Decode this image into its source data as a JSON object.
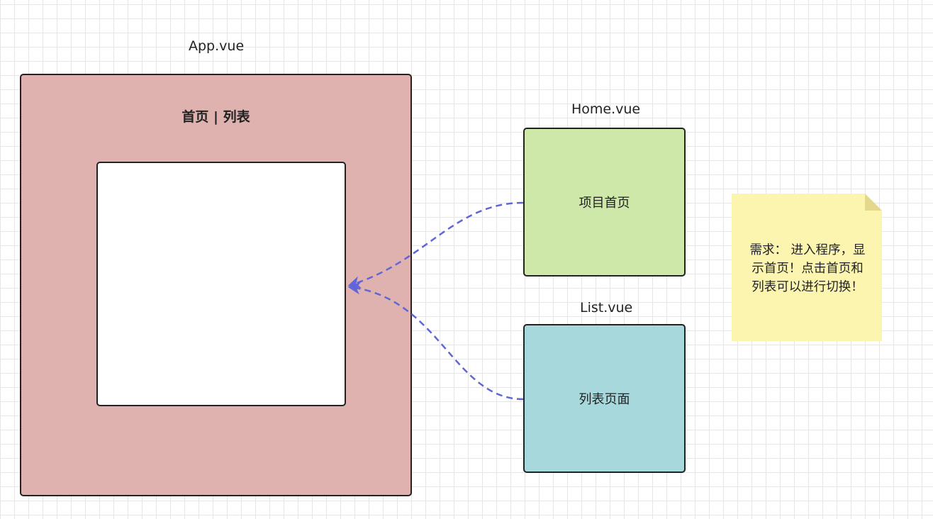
{
  "colors": {
    "app_fill": "#dfb2b0",
    "home_fill": "#cde8a8",
    "list_fill": "#a6d8dc",
    "view_fill": "#ffffff",
    "note_fill": "#fbf5b0",
    "note_fold": "#e3d88c",
    "arrow": "#6066d8",
    "border": "#222222"
  },
  "app": {
    "title": "App.vue",
    "nav": "首页 | 列表"
  },
  "home": {
    "title": "Home.vue",
    "content": "项目首页"
  },
  "list": {
    "title": "List.vue",
    "content": "列表页面"
  },
  "note": {
    "lines": [
      "需求： 进入程序，显",
      "示首页！点击首页和",
      "列表可以进行切换！"
    ]
  },
  "arrows": [
    {
      "from": "home-box",
      "to": "router-view"
    },
    {
      "from": "list-box",
      "to": "router-view"
    }
  ]
}
